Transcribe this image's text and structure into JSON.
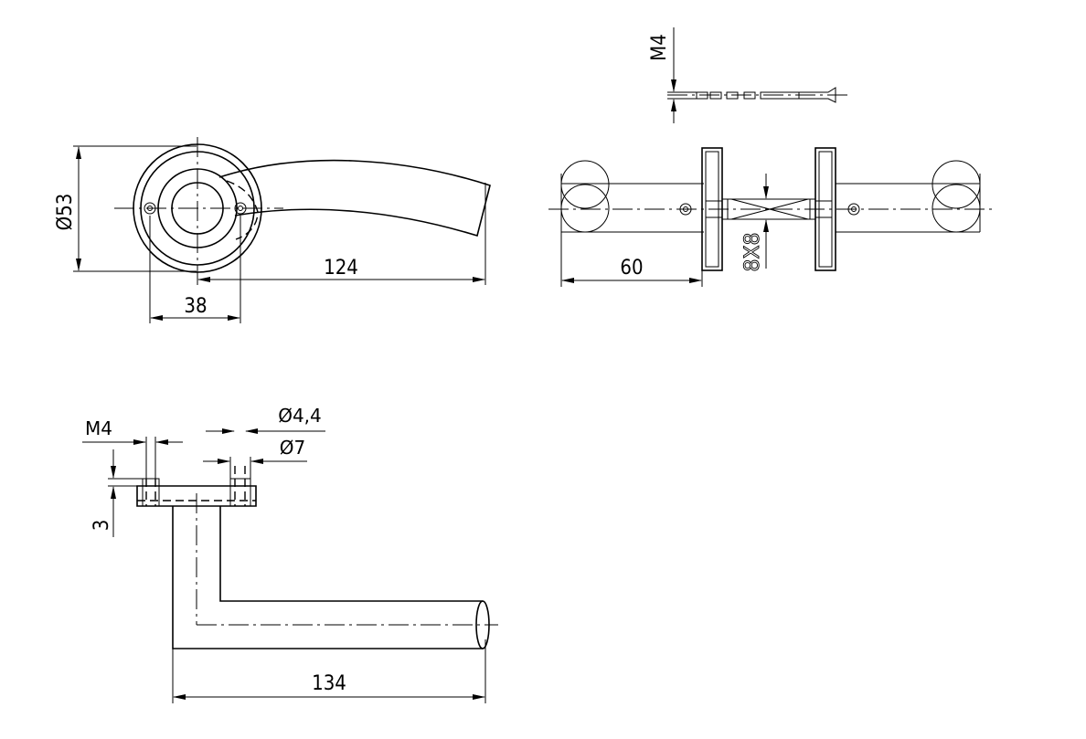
{
  "views": {
    "front": {
      "dim_diameter": "Ø53",
      "dim_length": "124",
      "dim_center_distance": "38"
    },
    "side": {
      "screw_thread": "M4",
      "dim_offset": "60",
      "dim_square": "8X8"
    },
    "top": {
      "thread": "M4",
      "hole_small": "Ø4,4",
      "hole_large": "Ø7",
      "thickness": "3",
      "length": "134"
    }
  }
}
